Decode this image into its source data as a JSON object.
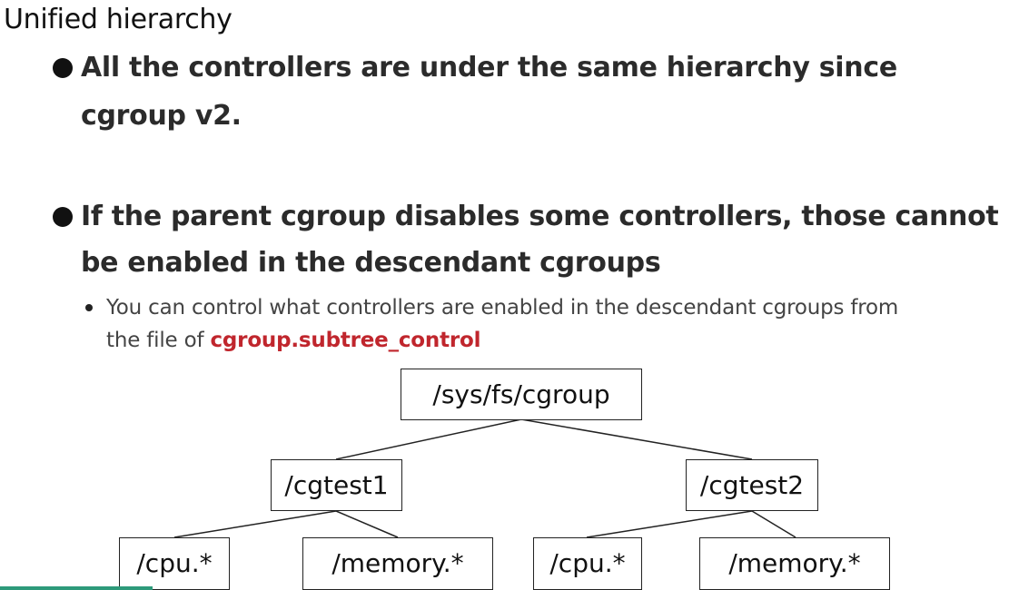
{
  "heading": "Unified hierarchy",
  "bullets": [
    {
      "line1": "All the controllers are under the same hierarchy since",
      "line2": "cgroup v2."
    },
    {
      "line1": "If the parent cgroup disables some controllers, those cannot",
      "line2": "be enabled in the descendant cgroups",
      "sub": {
        "line1": "You can control what controllers are enabled in the  descendant cgroups from",
        "line2_prefix": "the file of ",
        "line2_highlight": "cgroup.subtree_control"
      }
    }
  ],
  "tree": {
    "root": "/sys/fs/cgroup",
    "children": [
      {
        "label": "/cgtest1",
        "children": [
          "/cpu.*",
          "/memory.*"
        ]
      },
      {
        "label": "/cgtest2",
        "children": [
          "/cpu.*",
          "/memory.*"
        ]
      }
    ]
  },
  "colors": {
    "highlight": "#c0262d",
    "accent_bar": "#2e9a7a"
  }
}
